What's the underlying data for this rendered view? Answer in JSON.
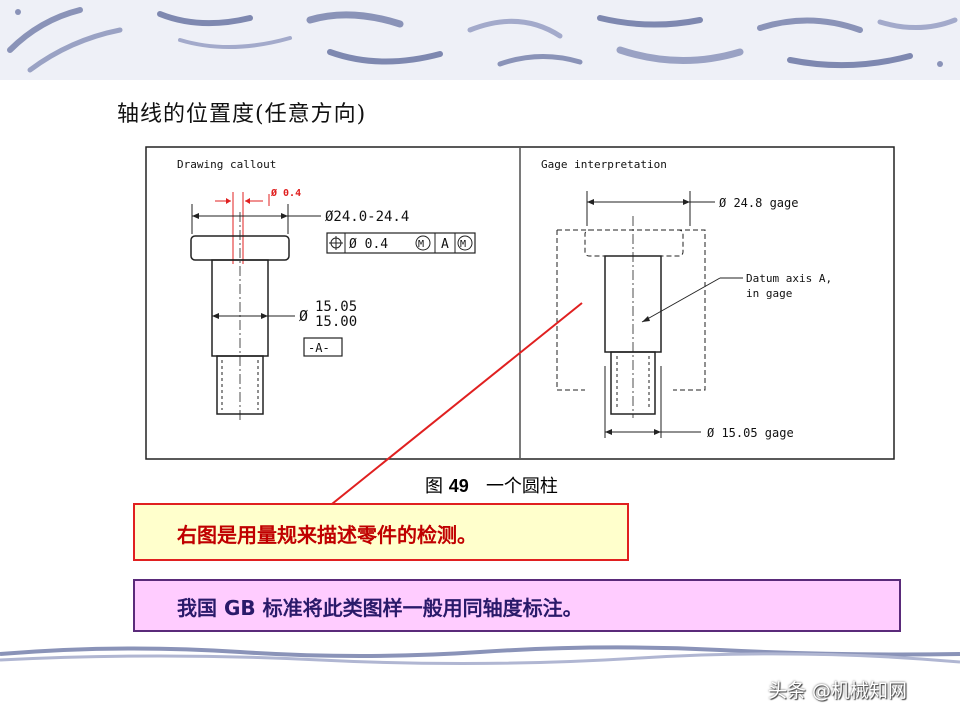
{
  "slide": {
    "title": "轴线的位置度(任意方向)"
  },
  "figure": {
    "left_panel": {
      "heading": "Drawing callout",
      "red_note": "Ø 0.4",
      "dim_diameter": "Ø24.0-24.4",
      "fcf_tol": "Ø 0.4",
      "fcf_m1": "M",
      "fcf_datum": "A",
      "fcf_m2": "M",
      "dim_shank_symbol": "Ø",
      "dim_shank_upper": "15.05",
      "dim_shank_lower": "15.00",
      "datum_label": "-A-"
    },
    "right_panel": {
      "heading": "Gage interpretation",
      "dim_top": "Ø 24.8 gage",
      "datum_note_line1": "Datum axis A,",
      "datum_note_line2": "in gage",
      "dim_bottom": "Ø 15.05 gage"
    }
  },
  "caption": {
    "prefix": "图",
    "number": "49",
    "text": "一个圆柱"
  },
  "box_red": {
    "text": "右图是用量规来描述零件的检测。",
    "border_color": "#e02020",
    "fill_color": "#ffffcc"
  },
  "box_purple": {
    "text": "我国 GB 标准将此类图样一般用同轴度标注。",
    "border_color": "#5a2a7a",
    "fill_color": "#ffccff"
  },
  "watermark": {
    "text": "头条 @机械知网"
  }
}
